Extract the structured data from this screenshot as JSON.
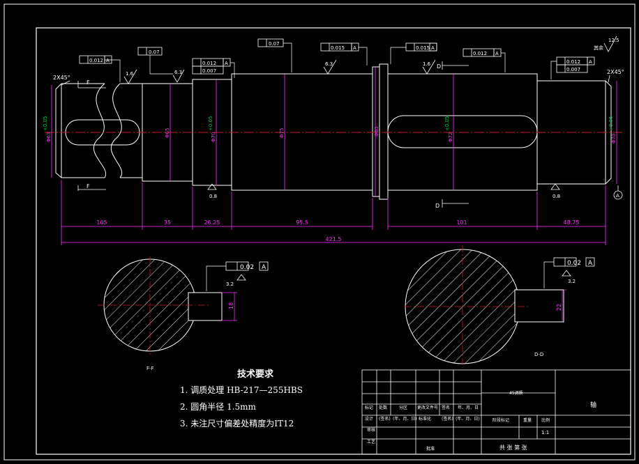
{
  "colors": {
    "background": "#000000",
    "frame": "#ffffff",
    "outline": "#ffffff",
    "dimension": "#ff33ff",
    "centerline": "#cc2222",
    "tolerance_text": "#00cc44"
  },
  "shaft": {
    "dims_bottom": [
      "105",
      "35",
      "26.25",
      "95.5",
      "101",
      "48.75"
    ],
    "overall_length": "421.5",
    "diam_labels": [
      "Φ63",
      "Φ65",
      "Φ70",
      "Φ75",
      "Φ80",
      "Φ72",
      "Φ70"
    ],
    "tol_labels": [
      "+0.05",
      "+0.05",
      "+0.05",
      "+0.05"
    ],
    "chamfer_left": "2X45°",
    "chamfer_right": "2X45°",
    "roughness": [
      "1.6",
      "6.3",
      "6.3",
      "1.6",
      "0.8",
      "0.8"
    ],
    "gdt_runout_left": "0.012",
    "gdt_runout_right": "0.012",
    "gdt_cyl_1": "0.07",
    "gdt_cyl_2": "0.07",
    "gdt_runout_mid_a": "0.015",
    "gdt_runout_mid_b": "0.015",
    "gdt_cyl_left": "0.007",
    "gdt_cyl_right": "0.007",
    "gdt_center": "0.012",
    "datum": "A",
    "section_f_marker": "F",
    "section_d_marker": "D",
    "other_roughness_note": "其余",
    "other_roughness_value": "12.5"
  },
  "section_ff": {
    "label": "F-F",
    "keyway_width": "18",
    "gdt_value": "0.02",
    "roughness": "3.2"
  },
  "section_dd": {
    "label": "D-D",
    "keyway_width": "22",
    "gdt_value": "0.02",
    "roughness": "3.2"
  },
  "requirements": {
    "title": "技术要求",
    "items": [
      "1. 调质处理 HB-217—255HBS",
      "2. 圆角半径  1.5mm",
      "3. 未注尺寸偏差处精度为IT12"
    ]
  },
  "title_block": {
    "material": "45调质",
    "part_name": "轴",
    "scale": "1:1",
    "sheets": "共 张 第 张",
    "header_labels": [
      "标记",
      "处数",
      "分区",
      "更改文件号",
      "签名",
      "年、月、日"
    ],
    "row_labels": [
      "设计",
      "(签名)",
      "(年、月、日)",
      "标准化",
      "(签名)",
      "(年、月、日)"
    ],
    "stage_label": "阶段标记",
    "weight_label": "重量",
    "scale_label": "比例",
    "review_label": "审核",
    "process_label": "工艺",
    "approve_label": "批准"
  }
}
